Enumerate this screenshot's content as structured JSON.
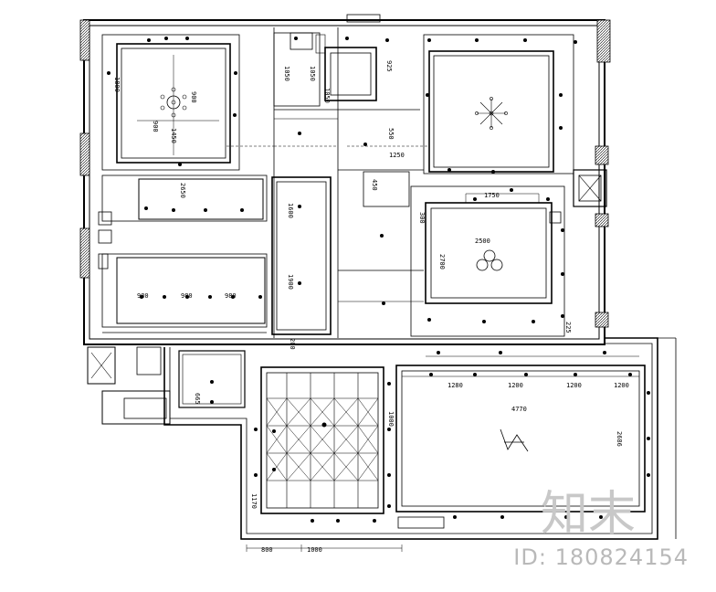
{
  "watermark": {
    "brand": "知末",
    "id": "ID: 180824154"
  },
  "dimensions": {
    "top_left_room": [
      "1800",
      "900",
      "900",
      "1450"
    ],
    "small_top": [
      "1050",
      "1050",
      "1050",
      "925"
    ],
    "center": [
      "550",
      "1250",
      "450",
      "300"
    ],
    "bottom_room": [
      "1280",
      "1200",
      "1200",
      "1200",
      "4770",
      "2686"
    ],
    "left_strip": [
      "980",
      "980",
      "980",
      "2650",
      "1600",
      "1900"
    ],
    "misc": [
      "2500",
      "2700",
      "1750",
      "665",
      "1170",
      "1000",
      "800",
      "1000",
      "200",
      "225"
    ]
  }
}
